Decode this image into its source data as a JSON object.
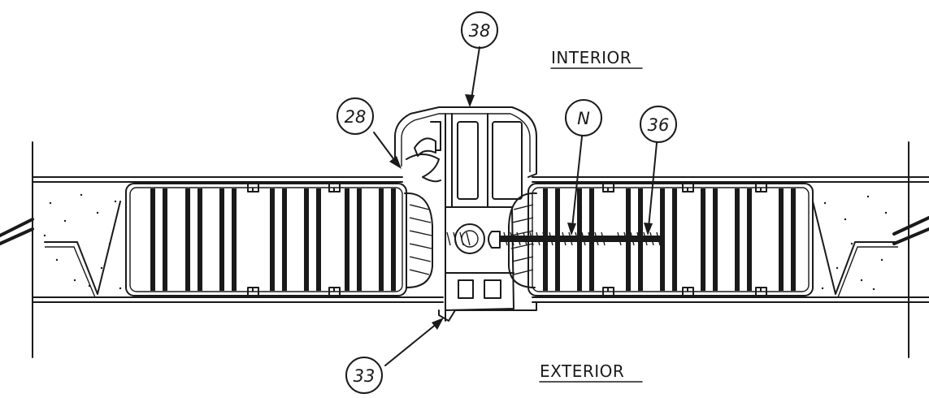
{
  "labels": {
    "interior": "INTERIOR",
    "exterior": "EXTERIOR"
  },
  "callouts": {
    "c38": "38",
    "c28": "28",
    "cN": "N",
    "c36": "36",
    "c33": "33"
  },
  "colors": {
    "line": "#1a1a1a",
    "background": "#ffffff"
  }
}
